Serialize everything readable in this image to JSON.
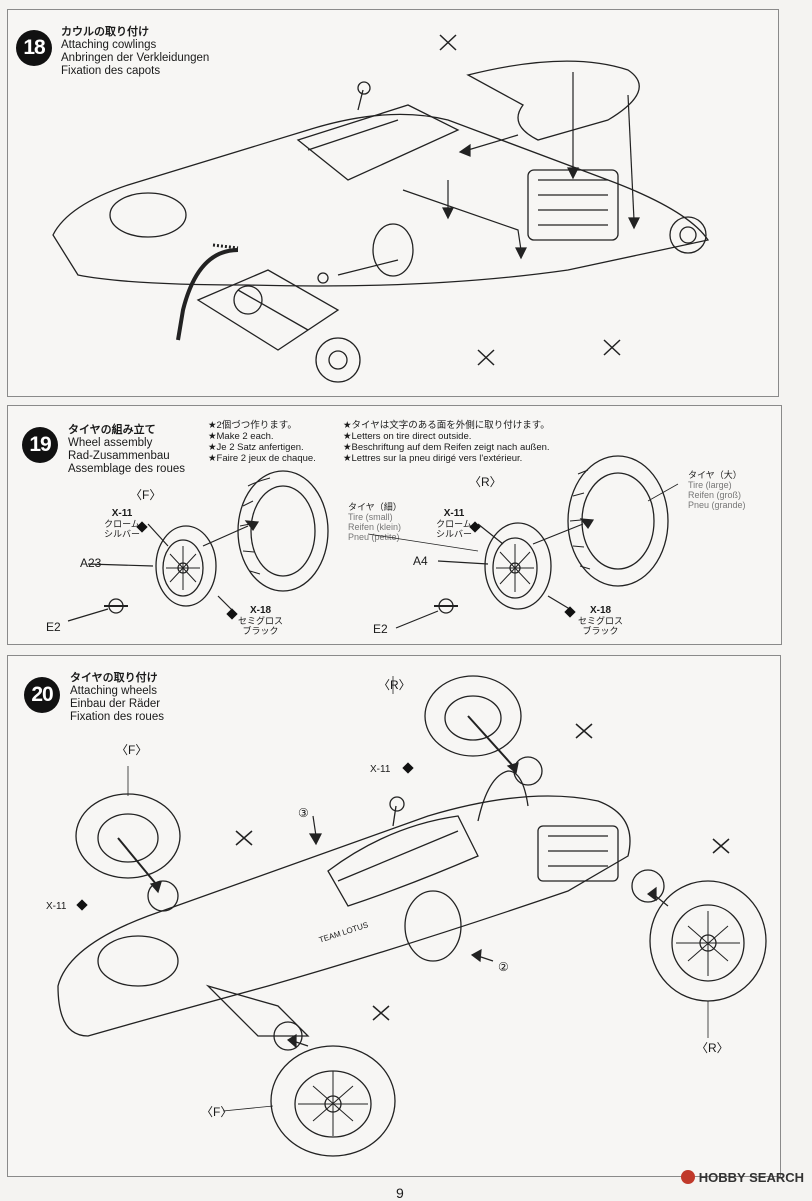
{
  "step18": {
    "number": "18",
    "title_jp": "カウルの取り付け",
    "title_en": "Attaching cowlings",
    "title_de": "Anbringen der Verkleidungen",
    "title_fr": "Fixation des capots"
  },
  "step19": {
    "number": "19",
    "title_jp": "タイヤの組み立て",
    "title_en": "Wheel assembly",
    "title_de": "Rad-Zusammenbau",
    "title_fr": "Assemblage des roues",
    "note1": [
      "★2個づつ作ります。",
      "★Make 2 each.",
      "★Je 2 Satz anfertigen.",
      "★Faire 2 jeux de chaque."
    ],
    "note2": [
      "★タイヤは文字のある面を外側に取り付けます。",
      "★Letters on tire direct outside.",
      "★Beschriftung auf dem Reifen zeigt nach außen.",
      "★Lettres sur la pneu dirigé vers l'extérieur."
    ],
    "front": {
      "tag": "〈F〉",
      "x11": [
        "X-11",
        "クローム",
        "シルバー"
      ],
      "hub": "A23",
      "nut": "E2",
      "x18": [
        "X-18",
        "セミグロス",
        "ブラック"
      ]
    },
    "rear": {
      "tag": "〈R〉",
      "x11": [
        "X-11",
        "クローム",
        "シルバー"
      ],
      "hub": "A4",
      "nut": "E2",
      "x18": [
        "X-18",
        "セミグロス",
        "ブラック"
      ],
      "tire_small": [
        "タイヤ（細）",
        "Tire (small)",
        "Reifen (klein)",
        "Pneu (petite)"
      ],
      "tire_large": [
        "タイヤ（大）",
        "Tire (large)",
        "Reifen (groß)",
        "Pneu (grande)"
      ]
    }
  },
  "step20": {
    "number": "20",
    "title_jp": "タイヤの取り付け",
    "title_en": "Attaching wheels",
    "title_de": "Einbau der Räder",
    "title_fr": "Fixation des roues",
    "tag_r_top": "〈R〉",
    "tag_f_top": "〈F〉",
    "tag_r_bottom": "〈R〉",
    "tag_f_bottom": "〈F〉",
    "x11_a": "X-11",
    "x11_b": "X-11",
    "ref3": "③",
    "ref2": "②",
    "team": "TEAM LOTUS"
  },
  "page_number": "9",
  "watermark": "HOBBY SEARCH"
}
